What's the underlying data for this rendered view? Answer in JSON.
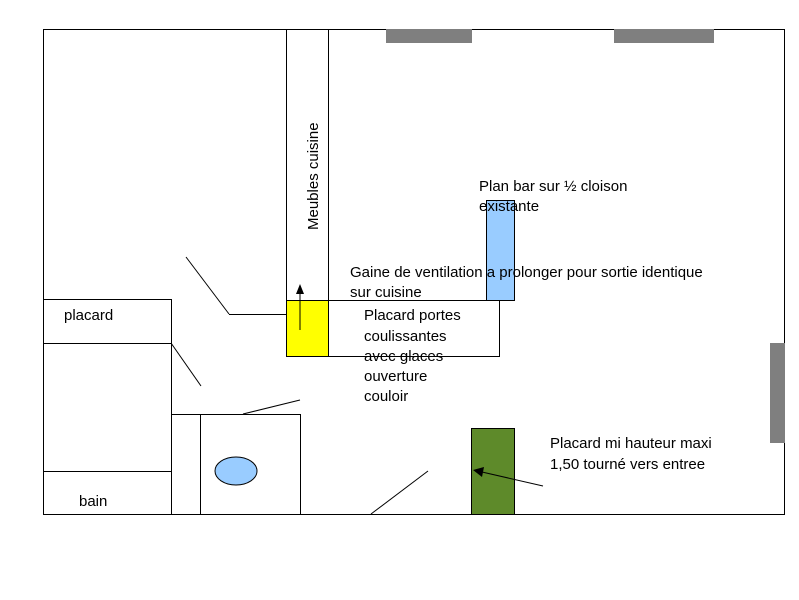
{
  "labels": {
    "meubles_cuisine": "Meubles cuisine",
    "plan_bar_line1": "Plan bar sur ½ cloison",
    "plan_bar_line2": "existante",
    "gaine_line1": "Gaine de ventilation a prolonger pour sortie identique",
    "gaine_line2": "sur cuisine",
    "placard": "placard",
    "placard_portes_line1": "Placard portes",
    "placard_portes_line2": "coulissantes",
    "placard_portes_line3": "avec glaces",
    "placard_portes_line4": "ouverture",
    "placard_portes_line5": "couloir",
    "placard_mi_line1": "Placard mi hauteur maxi",
    "placard_mi_line2": "1,50 tourné vers entree",
    "bain": "bain"
  },
  "colors": {
    "wall": "#000000",
    "window": "#7f7f7f",
    "gaine": "#ffff00",
    "plan_bar": "#99ccff",
    "placard_mi": "#5e8a2a",
    "basin": "#99ccff"
  }
}
